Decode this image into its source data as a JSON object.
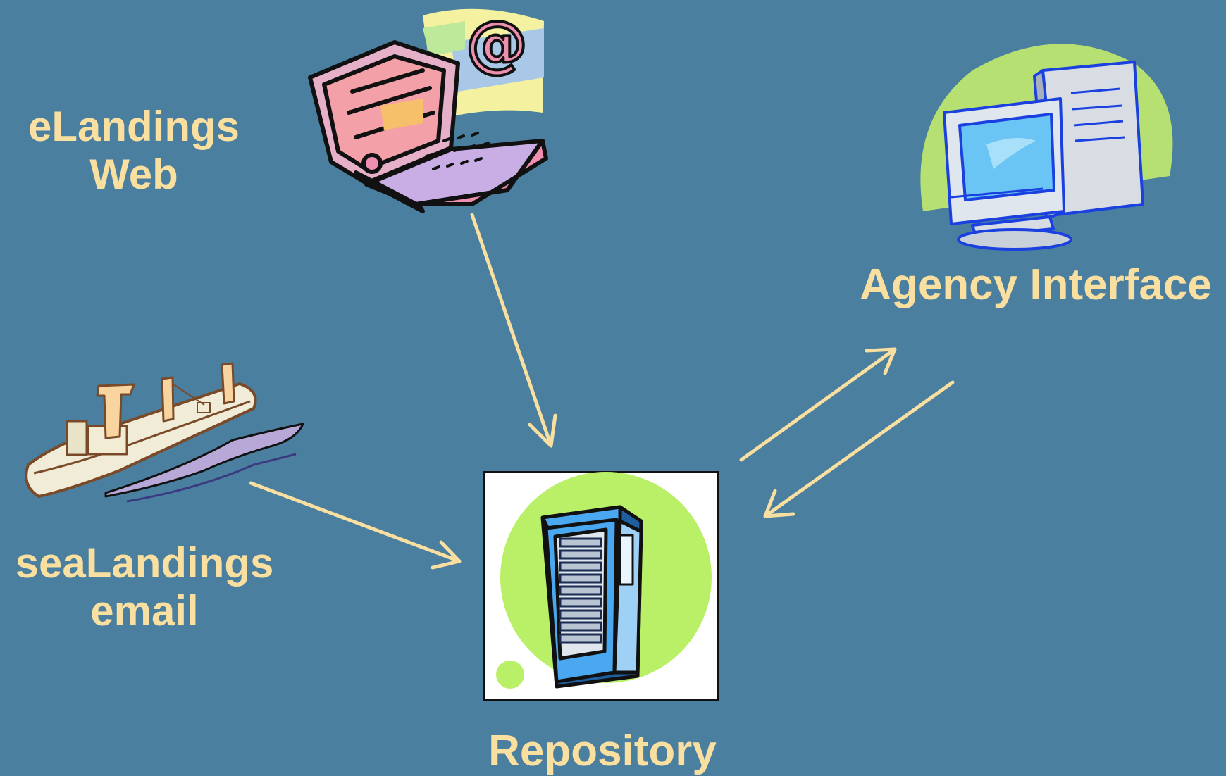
{
  "nodes": {
    "elandings_web": {
      "line1": "eLandings",
      "line2": "Web",
      "icon": "laptop-email-icon"
    },
    "sealandings_email": {
      "line1": "seaLandings",
      "line2": "email",
      "icon": "ship-icon"
    },
    "agency_interface": {
      "label": "Agency Interface",
      "icon": "desktop-computer-icon"
    },
    "repository": {
      "label": "Repository",
      "icon": "server-rack-icon"
    }
  },
  "colors": {
    "background": "#4a7f9f",
    "text": "#f9dfa0",
    "arrow": "#f9dfa0",
    "accent_green": "#b9f067",
    "server_blue": "#4aa8f0"
  }
}
